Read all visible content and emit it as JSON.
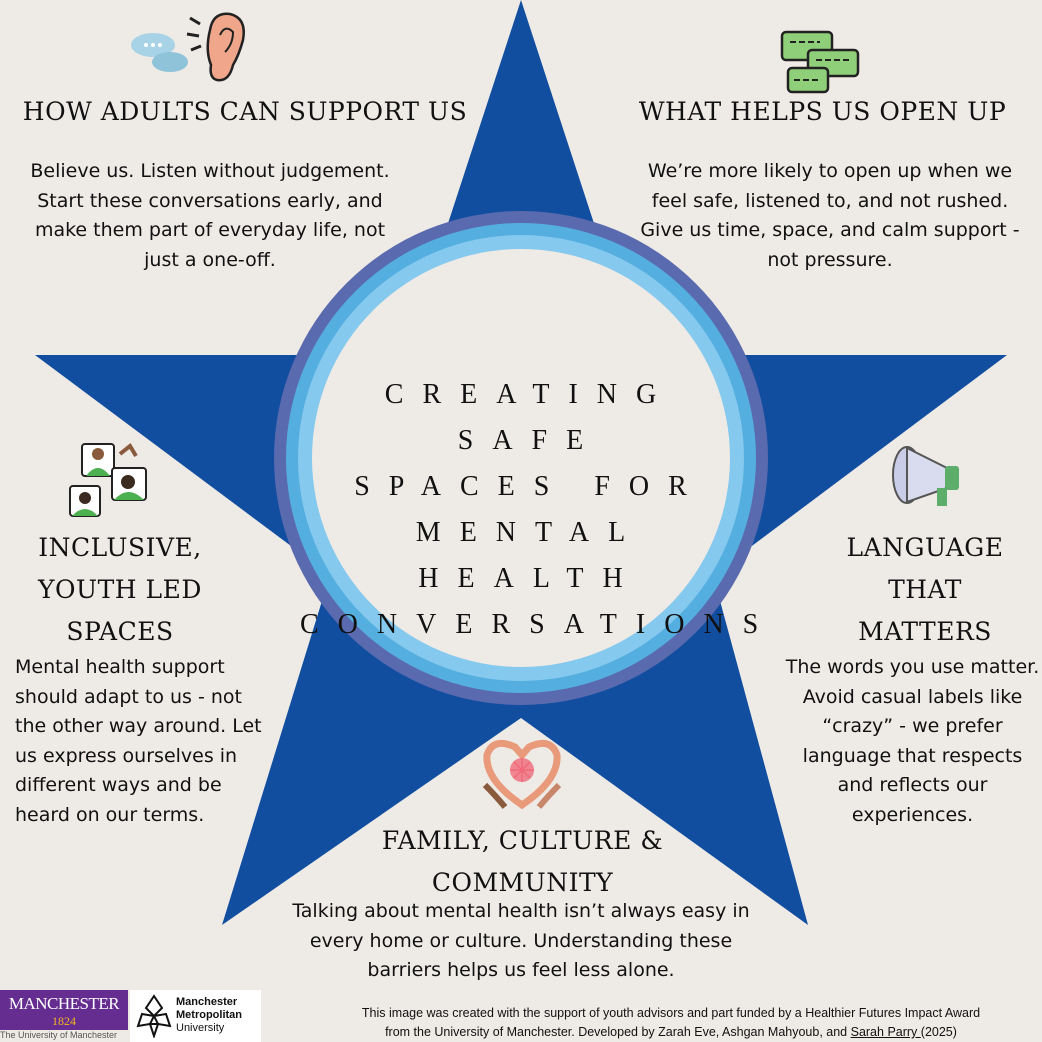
{
  "title": [
    "CREATING SAFE",
    "SPACES FOR",
    "MENTAL HEALTH",
    "CONVERSATIONS"
  ],
  "sections": {
    "adults": {
      "heading": "HOW ADULTS CAN SUPPORT US",
      "body": "Believe us. Listen without judgement. Start these conversations early, and make them part of everyday life, not just a one-off.",
      "icon": "ear-speech-icon"
    },
    "open_up": {
      "heading": "WHAT HELPS US OPEN UP",
      "body": "We’re more likely to open up when we feel safe, listened to, and not rushed. Give us time, space, and calm support - not pressure.",
      "icon": "chat-bubbles-icon"
    },
    "inclusive": {
      "heading": [
        "INCLUSIVE,",
        "YOUTH LED",
        "SPACES"
      ],
      "body": "Mental health support should adapt to us - not the other way around. Let us express ourselves in different ways and be heard on our terms.",
      "icon": "people-icon"
    },
    "language": {
      "heading": [
        "LANGUAGE",
        "THAT",
        "MATTERS"
      ],
      "body": "The words you use matter. Avoid casual labels like “crazy” - we prefer language that respects and reflects our experiences.",
      "icon": "megaphone-icon"
    },
    "family": {
      "heading": [
        "FAMILY, CULTURE &",
        "COMMUNITY"
      ],
      "body": "Talking about mental health isn’t always easy in every home or culture. Understanding these barriers helps us feel less alone.",
      "icon": "hands-heart-icon"
    }
  },
  "footer": {
    "line1": "This image was created with the support of youth advisors and part funded by a Healthier Futures Impact Award",
    "line2": "from the University of Manchester. Developed by Zarah Eve, Ashgan Mahyoub, and ",
    "author_link": "Sarah Parry ",
    "year": "(2025)"
  },
  "logos": {
    "uom_name": "MANCHESTER",
    "uom_year": "1824",
    "uom_sub": "The University of Manchester",
    "mmu_name": [
      "Manchester",
      "Metropolitan",
      "University"
    ]
  },
  "colors": {
    "background": "#eeeae6",
    "star": "#124ea0",
    "ring1": "#5a6aae",
    "ring2": "#55aee0",
    "ring3": "#85c9ee",
    "uom_purple": "#662d91",
    "uom_gold": "#f2b71d"
  }
}
